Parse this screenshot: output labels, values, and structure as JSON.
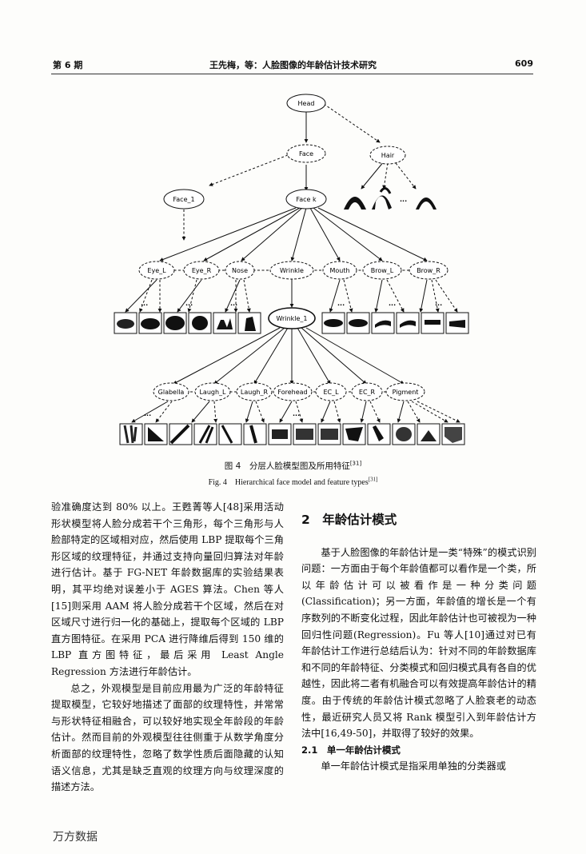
{
  "header": {
    "issue": "第 6 期",
    "title": "王先梅，等：人脸图像的年龄估计技术研究",
    "page": "609"
  },
  "figure": {
    "nodes": {
      "head": "Head",
      "face": "Face",
      "hair": "Hair",
      "face_1": "Face_1",
      "face_k": "Face k",
      "parts": [
        "Eye_L",
        "Eye_R",
        "Nose",
        "Wrinkle",
        "Mouth",
        "Brow_L",
        "Brow_R"
      ],
      "wrinkle_1": "Wrinkle_1",
      "wrinkle_parts": [
        "Glabella",
        "Laugh_L",
        "Laugh_R",
        "Forehead",
        "EC_L",
        "EC_R",
        "Pigment"
      ],
      "ellipsis": "..."
    },
    "caption_cn": "图 4　分层人脸模型图及所用特征",
    "caption_cn_ref": "[31]",
    "caption_en": "Fig. 4　Hierarchical face model and feature types",
    "caption_en_ref": "[31]"
  },
  "left_column": {
    "p1": "验准确度达到 80% 以上。王甦菁等人[48]采用活动形状模型将人脸分成若干个三角形，每个三角形与人脸部特定的区域相对应，然后使用 LBP 提取每个三角形区域的纹理特征，并通过支持向量回归算法对年龄进行估计。基于 FG-NET 年龄数据库的实验结果表明，其平均绝对误差小于 AGES 算法。Chen 等人[15]则采用 AAM 将人脸分成若干个区域，然后在对区域尺寸进行归一化的基础上，提取每个区域的 LBP 直方图特征。在采用 PCA 进行降维后得到 150 维的 LBP 直方图特征，最后采用 Least Angle Regression 方法进行年龄估计。",
    "p2": "总之，外观模型是目前应用最为广泛的年龄特征提取模型，它较好地描述了面部的纹理特性，并常常与形状特征相融合，可以较好地实现全年龄段的年龄估计。然而目前的外观模型往往侧重于从数学角度分析面部的纹理特性，忽略了数学性质后面隐藏的认知语义信息，尤其是缺乏直观的纹理方向与纹理深度的描述方法。"
  },
  "right_column": {
    "section_title": "2　年龄估计模式",
    "p1": "基于人脸图像的年龄估计是一类“特殊”的模式识别问题：一方面由于每个年龄值都可以看作是一个类，所以年龄估计可以被看作是一种分类问题(Classification)；另一方面，年龄值的增长是一个有序数列的不断变化过程，因此年龄估计也可被视为一种回归性问题(Regression)。Fu 等人[10]通过对已有年龄估计工作进行总结后认为：针对不同的年龄数据库和不同的年龄特征、分类模式和回归模式具有各自的优越性，因此将二者有机融合可以有效提高年龄估计的精度。由于传统的年龄估计模式忽略了人脸衰老的动态性，最近研究人员又将 Rank 模型引入到年龄估计方法中[16,49-50]，并取得了较好的效果。",
    "subsection_title": "2.1　单一年龄估计模式",
    "p2": "单一年龄估计模式是指采用单独的分类器或"
  },
  "footer": {
    "watermark": "万方数据"
  }
}
